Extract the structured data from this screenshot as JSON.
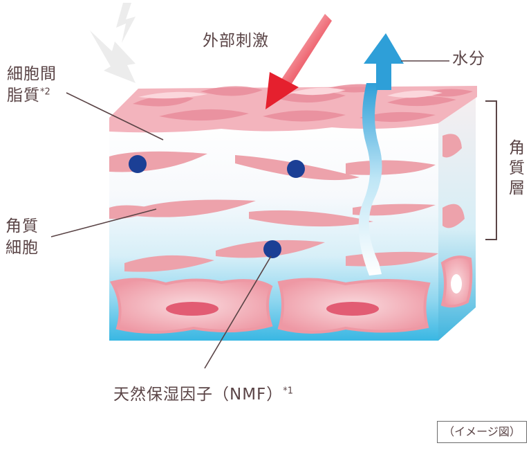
{
  "labels": {
    "external_stimulus": "外部刺激",
    "moisture": "水分",
    "intercellular_lipid_line1": "細胞間",
    "intercellular_lipid_line2": "脂質",
    "intercellular_lipid_note": "*2",
    "corneocyte_line1": "角質",
    "corneocyte_line2": "細胞",
    "stratum_corneum_chars": [
      "角",
      "質",
      "層"
    ],
    "nmf": "天然保湿因子（NMF）",
    "nmf_note": "*1",
    "caption": "（イメージ図）"
  },
  "colors": {
    "label_text": "#5a4446",
    "leader_line": "#5a4446",
    "cell_pink": "#e99aa3",
    "top_surface": "#f4b7bf",
    "nucleus_blue": "#1b3f95",
    "stimulus_arrow": "#e5202e",
    "water_arrow": "#2e9fd8",
    "base_cyan": "#5ec6e8"
  },
  "icons": {
    "stimulus": "lightning-icon"
  }
}
